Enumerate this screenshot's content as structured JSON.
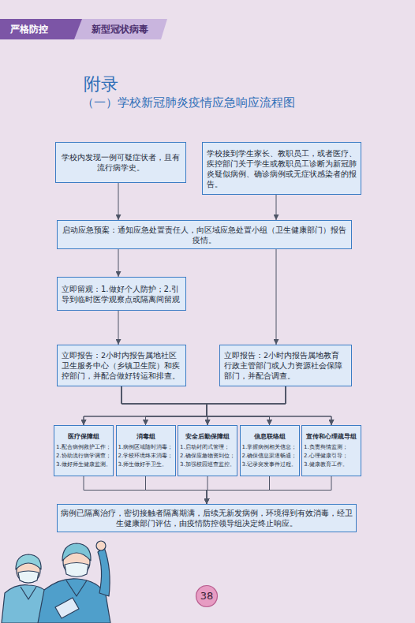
{
  "diagram": {
    "title": "（一）学校新冠肺炎疫情应急响应流程图",
    "nodes": [
      {
        "text": [
          "学校内发现一例可疑症状者，且有流行病学史。"
        ]
      },
      {
        "text": [
          "学校接到学生家长、教职员工，或者医疗、疾控部门关于学生或教职员工诊断为新冠肺炎疑似病例、确诊病例或无症状感染者的报告。"
        ]
      },
      {
        "text": [
          "启动应急预案：通知应急处置责任人，向区域应急处置小组（卫生健康部门）报告疫情。"
        ]
      },
      {
        "text": [
          "立即留观：1.做好个人防护；2.引导到临时医学观察点或隔离间留观"
        ]
      },
      {
        "text": [
          "立即报告：2小时内报告属地社区卫生服务中心（乡镇卫生院）和疾控部门，并配合做好转运和排查。"
        ]
      },
      {
        "text": [
          "立即报告：2小时内报告属地教育行政主管部门或人力资源社会保障部门，并配合调查。"
        ]
      },
      {
        "text": [
          "医疗保障组",
          "1.配合病例救护工作；",
          "2.协助流行病学调查；",
          "3.做好师生健康监测。"
        ]
      },
      {
        "text": [
          "消毒组",
          "1.病例区域随时消毒；",
          "2.学校环境终末消毒；",
          "3.师生做好手卫生。"
        ]
      },
      {
        "text": [
          "安全后勤保障组",
          "1.启动封闭式管理；",
          "2.确保应急物资到位；",
          "3.加强校园巡查监控。"
        ]
      },
      {
        "text": [
          "信息联络组",
          "1.掌握病例相关信息；",
          "2.确保信息渠道畅通；",
          "3.记录突发事件过程。"
        ]
      },
      {
        "text": [
          "宣传和心理疏导组",
          "1.负责舆情监测；",
          "2.心理健康引导；",
          "3.健康教育工作。"
        ]
      },
      {
        "text": [
          "病例已隔离治疗，密切接触者隔离期满，后续无新发病例，环境得到有效消毒，经卫生健康部门评估，由疫情防控领导组决定终止响应。"
        ]
      }
    ],
    "edges": [
      {
        "from": 0,
        "to": 2,
        "arrow": "to"
      },
      {
        "from": 1,
        "to": 2,
        "arrow": "to"
      },
      {
        "from": 2,
        "to": 3,
        "arrow": "to"
      },
      {
        "from": 3,
        "to": 4,
        "arrow": "to"
      },
      {
        "from": 2,
        "to": 5,
        "arrow": "to"
      },
      {
        "from": 4,
        "to": 6,
        "arrow": "to"
      },
      {
        "from": 4,
        "to": 7,
        "arrow": "to"
      },
      {
        "from": 4,
        "to": 8,
        "arrow": "to"
      },
      {
        "from": 4,
        "to": 9,
        "arrow": "to"
      },
      {
        "from": 4,
        "to": 10,
        "arrow": "to"
      },
      {
        "from": 5,
        "to": 6,
        "arrow": "to"
      },
      {
        "from": 5,
        "to": 7,
        "arrow": "to"
      },
      {
        "from": 5,
        "to": 8,
        "arrow": "to"
      },
      {
        "from": 5,
        "to": 9,
        "arrow": "to"
      },
      {
        "from": 5,
        "to": 10,
        "arrow": "to"
      },
      {
        "from": 6,
        "to": 11,
        "arrow": "to"
      },
      {
        "from": 7,
        "to": 11,
        "arrow": "to"
      },
      {
        "from": 8,
        "to": 11,
        "arrow": "to"
      },
      {
        "from": 9,
        "to": 11,
        "arrow": "to"
      },
      {
        "from": 10,
        "to": 11,
        "arrow": "to"
      }
    ],
    "labels": [
      "严格防控",
      "新型冠状病毒",
      "附录",
      "38"
    ]
  }
}
